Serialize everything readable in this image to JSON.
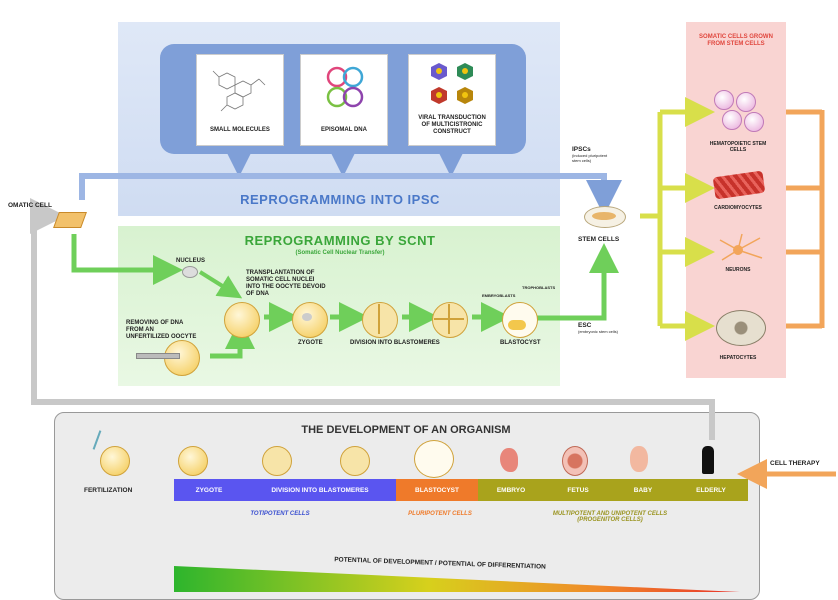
{
  "colors": {
    "ipsc_blue": "#4a78c8",
    "scnt_green": "#3aa63a",
    "somatic_pink": "#f7c7c7",
    "arrow_orange": "#f2a55a",
    "arrow_yellow": "#d8df4a",
    "arrow_gray": "#c8c8c8"
  },
  "methods": {
    "small_molecules": "SMALL MOLECULES",
    "episomal_dna": "EPISOMAL DNA",
    "viral": "VIRAL TRANSDUCTION OF MULTICISTRONIC CONSTRUCT"
  },
  "ipsc_title": "REPROGRAMMING INTO IPSC",
  "scnt": {
    "title": "REPROGRAMMING BY SCNT",
    "subtitle": "(Somatic Cell Nuclear Transfer)",
    "nucleus": "NUCLEUS",
    "transplantation": "TRANSPLANTATION OF SOMATIC CELL NUCLEI INTO THE OOCYTE DEVOID OF DNA",
    "removing": "REMOVING OF DNA FROM AN UNFERTILIZED OOCYTE",
    "zygote": "ZYGOTE",
    "division": "DIVISION INTO BLASTOMERES",
    "blastocyst": "BLASTOCYST",
    "embryoblast": "EMBRYOBLASTS",
    "trophoblast": "TROPHOBLASTS"
  },
  "somatic_cell": "OMATIC CELL",
  "stem_cells": {
    "label": "STEM CELLS",
    "ipscs": "IPSCs",
    "ipscs_sub": "(induced pluripotent stem cells)",
    "esc": "ESC",
    "esc_sub": "(embryonic stem cells)"
  },
  "somatic_panel": {
    "title": "SOMATIC CELLS GROWN FROM STEM CELLS",
    "items": [
      "HEMATOPOIETIC STEM CELLS",
      "CARDIOMYOCYTES",
      "NEURONS",
      "HEPATOCYTES"
    ]
  },
  "development": {
    "title": "THE DEVELOPMENT OF AN ORGANISM",
    "fertilization": "FERTILIZATION",
    "stages": [
      "ZYGOTE",
      "DIVISION INTO BLASTOMERES",
      "BLASTOCYST",
      "EMBRYO",
      "FETUS",
      "BABY",
      "ELDERLY"
    ],
    "totipotent": "TOTIPOTENT CELLS",
    "pluripotent": "PLURIPOTENT CELLS",
    "multipotent": "MULTIPOTENT AND UNIPOTENT CELLS (PROGENITOR CELLS)",
    "potential": "POTENTIAL OF DEVELOPMENT / POTENTIAL OF DIFFERENTIATION"
  },
  "cell_therapy": "CELL THERAPY"
}
